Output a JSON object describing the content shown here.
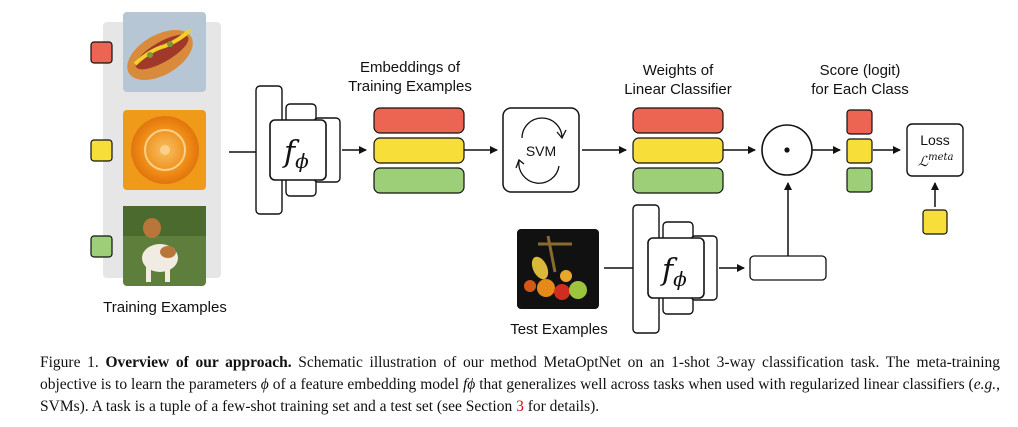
{
  "labels": {
    "training_examples": "Training Examples",
    "test_examples": "Test Examples",
    "embeddings_line1": "Embeddings of",
    "embeddings_line2": "Training Examples",
    "weights_line1": "Weights of",
    "weights_line2": "Linear Classifier",
    "score_line1": "Score (logit)",
    "score_line2": "for Each Class",
    "svm": "SVM",
    "loss": "Loss",
    "loss_symbol": "ℒ",
    "loss_superscript": "meta",
    "f_symbol": "f",
    "phi_symbol": "ϕ",
    "dot_symbol": "⊙"
  },
  "colors": {
    "red": "#ec6552",
    "yellow": "#f7de38",
    "green": "#9ccf78",
    "panel": "#e6e6e6"
  },
  "images": {
    "hotdog": "hot dog photo",
    "orange": "orange slice photo",
    "dog": "dog photo",
    "fruits": "fruit still life photo"
  },
  "caption": {
    "figure_label": "Figure 1.",
    "title": "Overview of our approach.",
    "text1": "Schematic illustration of our method MetaOptNet on an 1-shot 3-way classification task. The meta-training objective is to learn the parameters ",
    "phi": "ϕ",
    "text2": " of a feature embedding model ",
    "f_phi": "fϕ",
    "text3": " that generalizes well across tasks when used with regularized linear classifiers (",
    "eg": "e.g.",
    "text4": ", SVMs). A task is a tuple of a few-shot training set and a test set (see Section ",
    "section_ref": "3",
    "text5": " for details)."
  }
}
